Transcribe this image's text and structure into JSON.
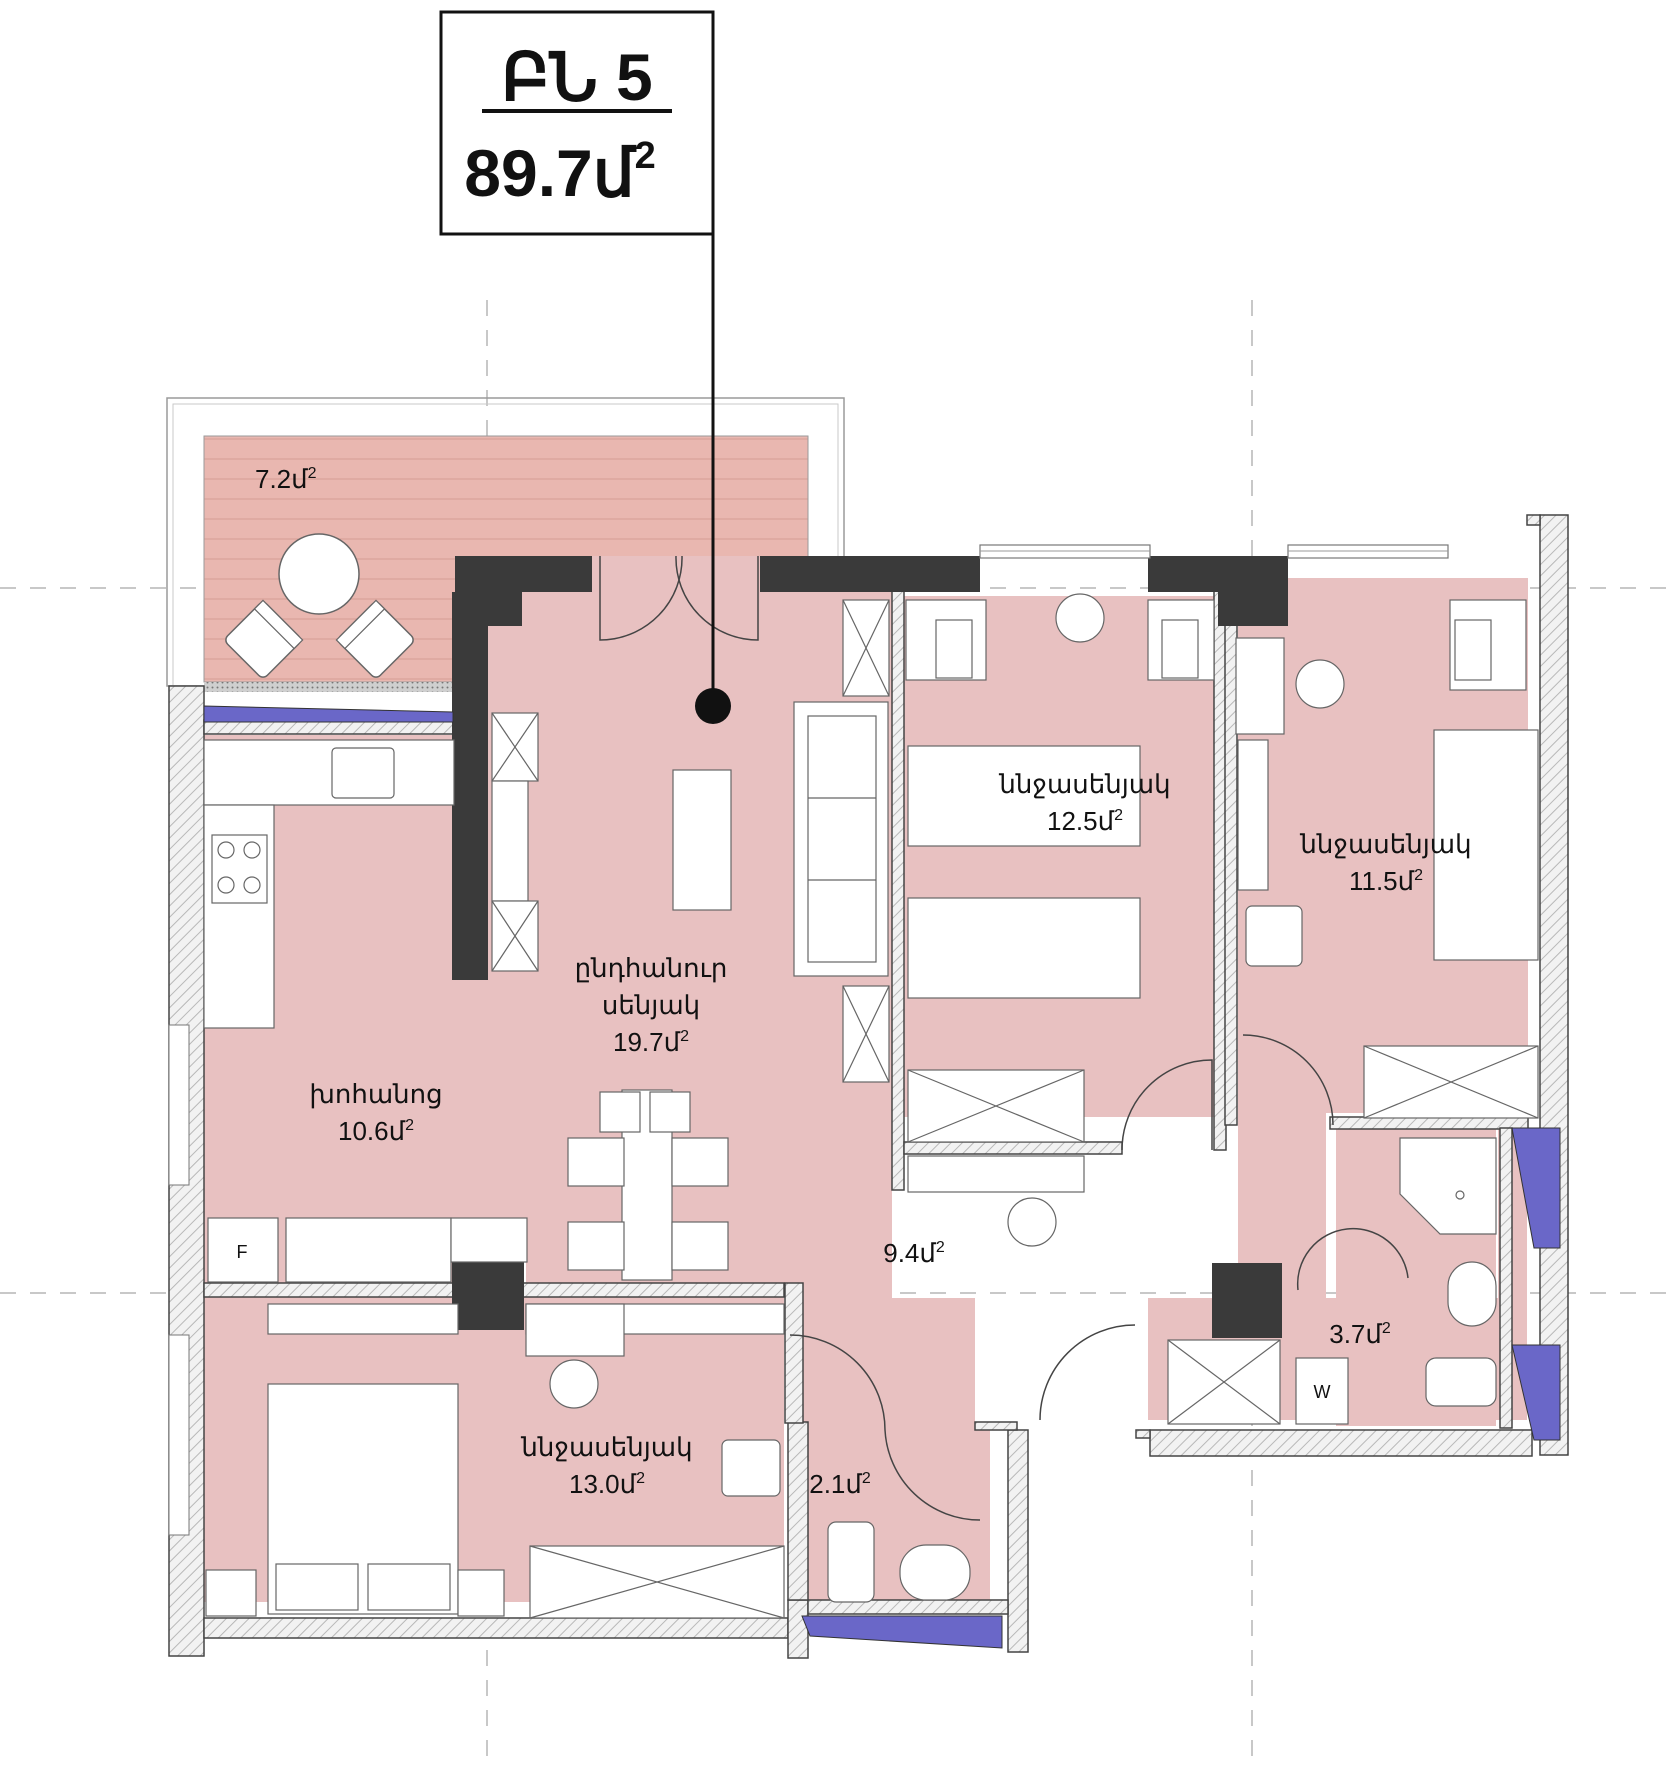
{
  "header": {
    "code": "ԲՆ 5",
    "area_value": "89.7մ",
    "area_sup": "2"
  },
  "rooms": {
    "balcony": {
      "area": "7.2մ",
      "sup": "2"
    },
    "living": {
      "name_line1": "ընդհանուր",
      "name_line2": "սենյակ",
      "area": "19.7մ",
      "sup": "2"
    },
    "kitchen": {
      "name": "խոհանոց",
      "area": "10.6մ",
      "sup": "2"
    },
    "bedroom_top_mid": {
      "name": "ննջասենյակ",
      "area": "12.5մ",
      "sup": "2"
    },
    "bedroom_top_right": {
      "name": "ննջասենյակ",
      "area": "11.5մ",
      "sup": "2"
    },
    "bedroom_bottom": {
      "name": "ննջասենյակ",
      "area": "13.0մ",
      "sup": "2"
    },
    "hall": {
      "area": "9.4մ",
      "sup": "2"
    },
    "bath_large": {
      "area": "3.7մ",
      "sup": "2"
    },
    "bath_small": {
      "area": "2.1մ",
      "sup": "2"
    }
  },
  "appliances": {
    "fridge": "F",
    "washer": "W"
  },
  "colors": {
    "room_fill": "#e8c1c1",
    "balcony_fill": "#e9b7b0",
    "wall_dark": "#3a3a3a",
    "window_blue": "#6a67c8",
    "hatch_gray": "#bdbdbd",
    "line": "#222222"
  }
}
